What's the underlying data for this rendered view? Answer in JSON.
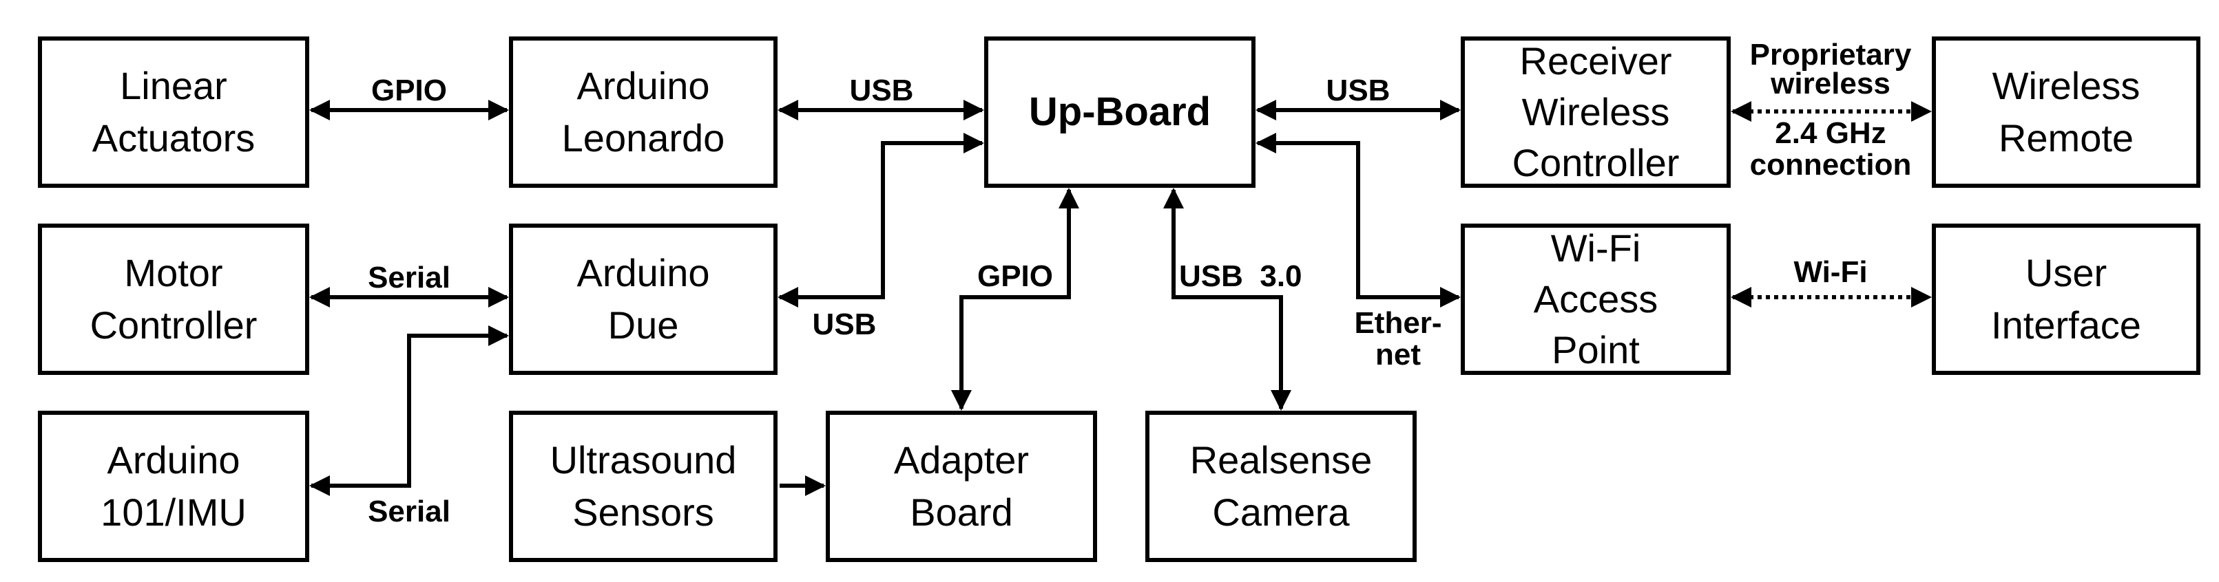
{
  "nodes": {
    "linear_actuators": [
      "Linear",
      "Actuators"
    ],
    "arduino_leonardo": [
      "Arduino",
      "Leonardo"
    ],
    "up_board": [
      "Up-Board"
    ],
    "receiver_wireless_controller": [
      "Receiver",
      "Wireless",
      "Controller"
    ],
    "wireless_remote": [
      "Wireless",
      "Remote"
    ],
    "motor_controller": [
      "Motor",
      "Controller"
    ],
    "arduino_due": [
      "Arduino",
      "Due"
    ],
    "wifi_access_point": [
      "Wi-Fi",
      "Access",
      "Point"
    ],
    "user_interface": [
      "User",
      "Interface"
    ],
    "arduino_101_imu": [
      "Arduino",
      "101/IMU"
    ],
    "ultrasound_sensors": [
      "Ultrasound",
      "Sensors"
    ],
    "adapter_board": [
      "Adapter",
      "Board"
    ],
    "realsense_camera": [
      "Realsense",
      "Camera"
    ]
  },
  "edges": {
    "linear_leonardo": "GPIO",
    "leonardo_upboard": "USB",
    "upboard_receiver": "USB",
    "receiver_remote_top": [
      "Proprietary",
      "wireless"
    ],
    "receiver_remote_bottom": [
      "2.4 GHz",
      "connection"
    ],
    "motor_due": "Serial",
    "due_upboard": "USB",
    "upboard_adapter": "GPIO",
    "upboard_camera": "USB  3.0",
    "upboard_wifi": [
      "Ether-",
      "net"
    ],
    "wifi_ui": "Wi-Fi",
    "imu_due": "Serial"
  }
}
